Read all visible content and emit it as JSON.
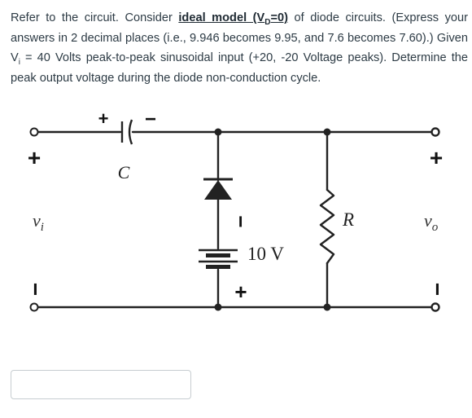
{
  "question": {
    "part1": "Refer to the circuit. Consider ",
    "ideal_model_text": "ideal model (V",
    "ideal_model_sub": "D",
    "ideal_model_end": "=0)",
    "part2": " of diode circuits. (Express your answers in 2 decimal places (i.e., 9.946 becomes 9.95, and 7.6 becomes 7.60).) Given V",
    "vi_sub": "i",
    "part3": " = 40 Volts peak-to-peak sinusoidal input (+20, -20 Voltage peaks). Determine the peak output voltage during the diode non-conduction cycle."
  },
  "circuit": {
    "cap_plus": "+",
    "cap_minus": "−",
    "cap_label": "C",
    "input_plus": "+",
    "input_minus": "−",
    "input_label": "v",
    "input_sub": "i",
    "battery_minus": "−",
    "battery_plus": "+",
    "battery_label": "10 V",
    "resistor_label": "R",
    "output_plus": "+",
    "output_minus": "−",
    "output_label": "v",
    "output_sub": "o"
  },
  "answer": {
    "value": "",
    "placeholder": ""
  },
  "colors": {
    "wire": "#222222",
    "text": "#2d3b45",
    "input_border": "#c7cdd1"
  }
}
